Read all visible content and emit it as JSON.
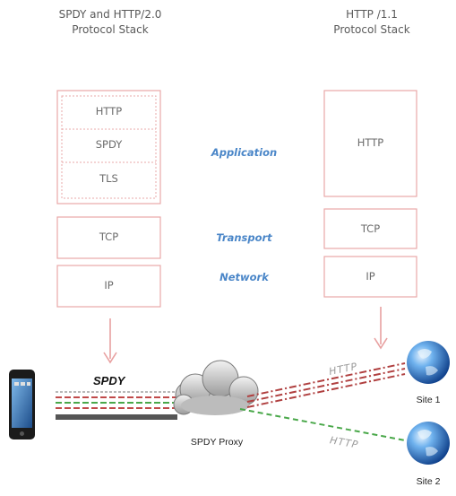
{
  "left_stack": {
    "title_line1": "SPDY and HTTP/2.0",
    "title_line2": "Protocol Stack",
    "app_layers": [
      "HTTP",
      "SPDY",
      "TLS"
    ],
    "transport": "TCP",
    "network": "IP"
  },
  "right_stack": {
    "title_line1": "HTTP /1.1",
    "title_line2": "Protocol Stack",
    "app": "HTTP",
    "transport": "TCP",
    "network": "IP"
  },
  "layers": {
    "application": "Application",
    "transport": "Transport",
    "network": "Network"
  },
  "bottom": {
    "spdy_label": "SPDY",
    "proxy_label": "SPDY Proxy",
    "http_label_1": "HTTP",
    "http_label_2": "HTTP",
    "site_1": "Site 1",
    "site_2": "Site 2"
  },
  "colors": {
    "box_border": "#e8a8a8",
    "arrow": "#e8a0a0",
    "layer_text": "#4a86c8",
    "dashed_red": "#b04040",
    "dashed_green": "#4aa84a"
  }
}
